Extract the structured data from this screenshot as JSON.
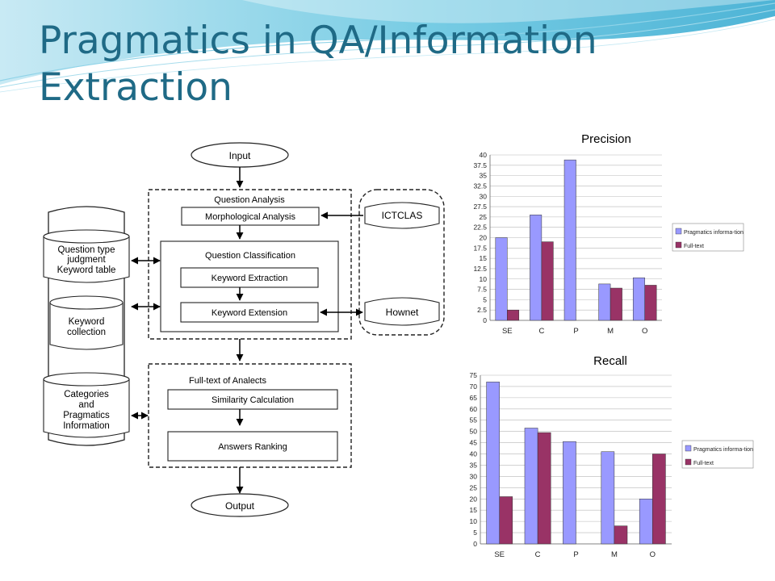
{
  "slide": {
    "title_line1": "Pragmatics in QA/Information",
    "title_line2": "Extraction"
  },
  "diagram": {
    "input": "Input",
    "output": "Output",
    "question_analysis": "Question Analysis",
    "morphological_analysis": "Morphological Analysis",
    "question_classification": "Question Classification",
    "keyword_extraction": "Keyword Extraction",
    "keyword_extension": "Keyword Extension",
    "ictclas": "ICTCLAS",
    "hownet": "Hownet",
    "db_question_type": [
      "Question type",
      "judgment",
      "Keyword table"
    ],
    "db_keyword_collection": [
      "Keyword",
      "collection"
    ],
    "db_categories": [
      "Categories",
      "and",
      "Pragmatics",
      "Information"
    ],
    "fulltext_title": "Full-text of   Analects",
    "similarity_calculation": "Similarity Calculation",
    "answers_ranking": "Answers Ranking"
  },
  "chart_data": [
    {
      "type": "bar",
      "title": "Precision",
      "categories": [
        "SE",
        "C",
        "P",
        "M",
        "O"
      ],
      "series": [
        {
          "name": "Pragmatics informa-tion",
          "values": [
            20,
            25.5,
            38.8,
            8.8,
            10.3
          ]
        },
        {
          "name": "Full-text",
          "values": [
            2.5,
            19,
            0,
            7.8,
            8.5
          ]
        }
      ],
      "ylim": [
        0,
        40
      ],
      "yticks": [
        "0",
        "2.5",
        "5",
        "7.5",
        "10",
        "12.5",
        "15",
        "17.5",
        "20",
        "22.5",
        "25",
        "27.5",
        "30",
        "32.5",
        "35",
        "37.5",
        "40"
      ],
      "grid": true,
      "legend": "right",
      "colors": [
        "#9999ff",
        "#993366"
      ]
    },
    {
      "type": "bar",
      "title": "Recall",
      "categories": [
        "SE",
        "C",
        "P",
        "M",
        "O"
      ],
      "series": [
        {
          "name": "Pragmatics informa-tion",
          "values": [
            72,
            51.5,
            45.5,
            41,
            20
          ]
        },
        {
          "name": "Full-text",
          "values": [
            21,
            49.5,
            0,
            8,
            40
          ]
        }
      ],
      "ylim": [
        0,
        75
      ],
      "yticks": [
        "0",
        "5",
        "10",
        "15",
        "20",
        "25",
        "30",
        "35",
        "40",
        "45",
        "50",
        "55",
        "60",
        "65",
        "70",
        "75"
      ],
      "grid": true,
      "legend": "right",
      "colors": [
        "#9999ff",
        "#993366"
      ]
    }
  ]
}
